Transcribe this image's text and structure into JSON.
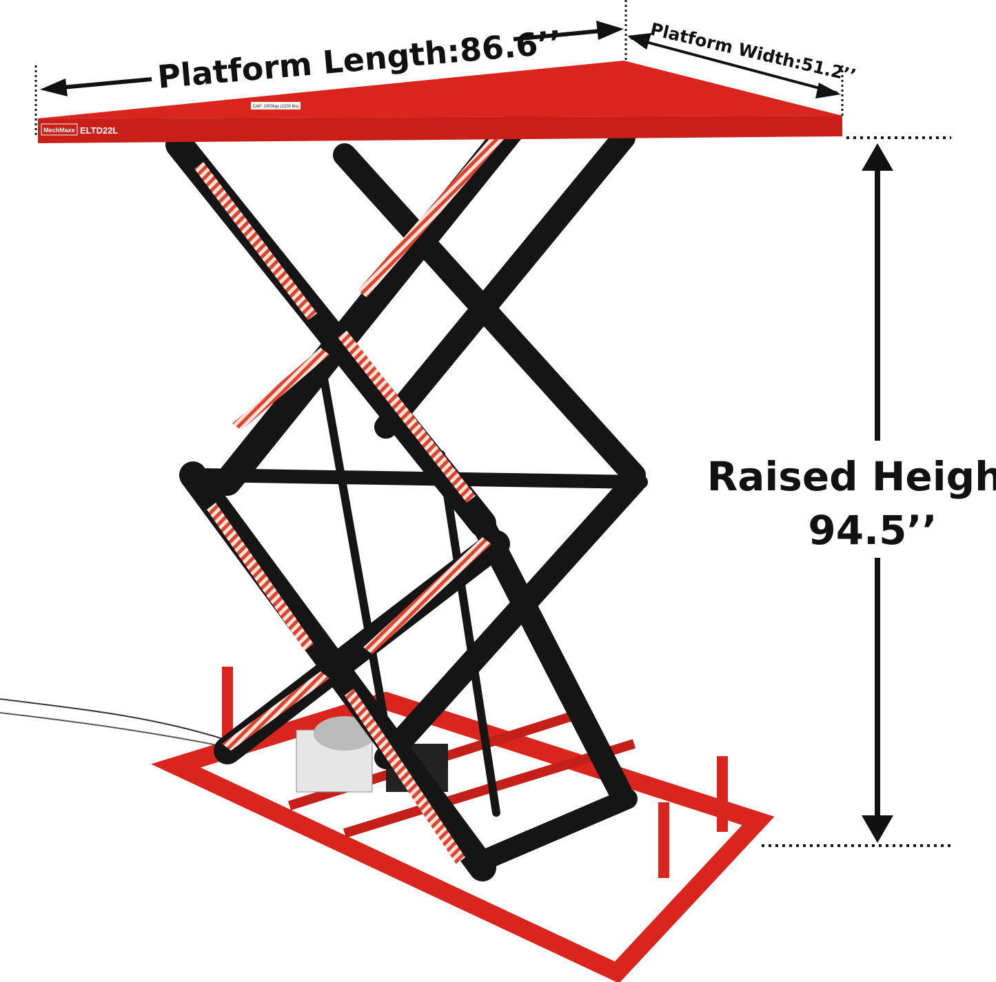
{
  "annotations": {
    "platform_length": "Platform Length:86.6’’",
    "platform_width": "Platform Width:51.2’’",
    "raised_height_label": "Raised Height:",
    "raised_height_value": "94.5’’"
  },
  "product": {
    "brand": "MechMaxx",
    "model": "ELTD22L",
    "capacity_label": "CAP: 1000kgs (2200 lbs)"
  },
  "colors": {
    "frame_red": "#d9251d",
    "scissor_black": "#151515",
    "reflective_stripe": "#f4a08a"
  }
}
